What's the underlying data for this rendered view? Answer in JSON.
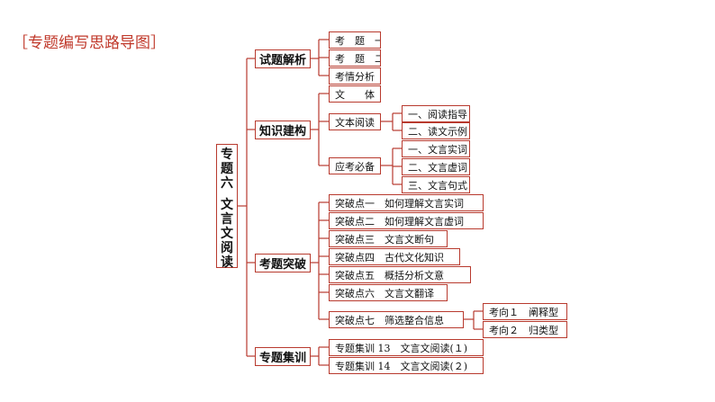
{
  "title": "［专题编写思路导图］",
  "root": [
    "专",
    "题",
    "六",
    "",
    "文",
    "言",
    "文",
    "阅",
    "读"
  ],
  "sections": [
    {
      "label": "试题解析",
      "items": [
        "考　题　一",
        "考　题　二",
        "考情分析"
      ]
    },
    {
      "label": "知识建构",
      "items": [
        {
          "label": "文　　体"
        },
        {
          "label": "文本阅读",
          "children": [
            "一、阅读指导",
            "二、读文示例"
          ]
        },
        {
          "label": "应考必备",
          "children": [
            "一、文言实词",
            "二、文言虚词",
            "三、文言句式"
          ]
        }
      ]
    },
    {
      "label": "考题突破",
      "items": [
        {
          "label": "突破点一　如何理解文言实词"
        },
        {
          "label": "突破点二　如何理解文言虚词"
        },
        {
          "label": "突破点三　文言文断句"
        },
        {
          "label": "突破点四　古代文化知识"
        },
        {
          "label": "突破点五　概括分析文意"
        },
        {
          "label": "突破点六　文言文翻译"
        },
        {
          "label": "突破点七　筛选整合信息",
          "children": [
            "考向１　阐释型",
            "考向２　归类型"
          ]
        }
      ]
    },
    {
      "label": "专题集训",
      "items": [
        "专题集训 13　文言文阅读(１)",
        "专题集训 14　文言文阅读(２)"
      ]
    }
  ]
}
